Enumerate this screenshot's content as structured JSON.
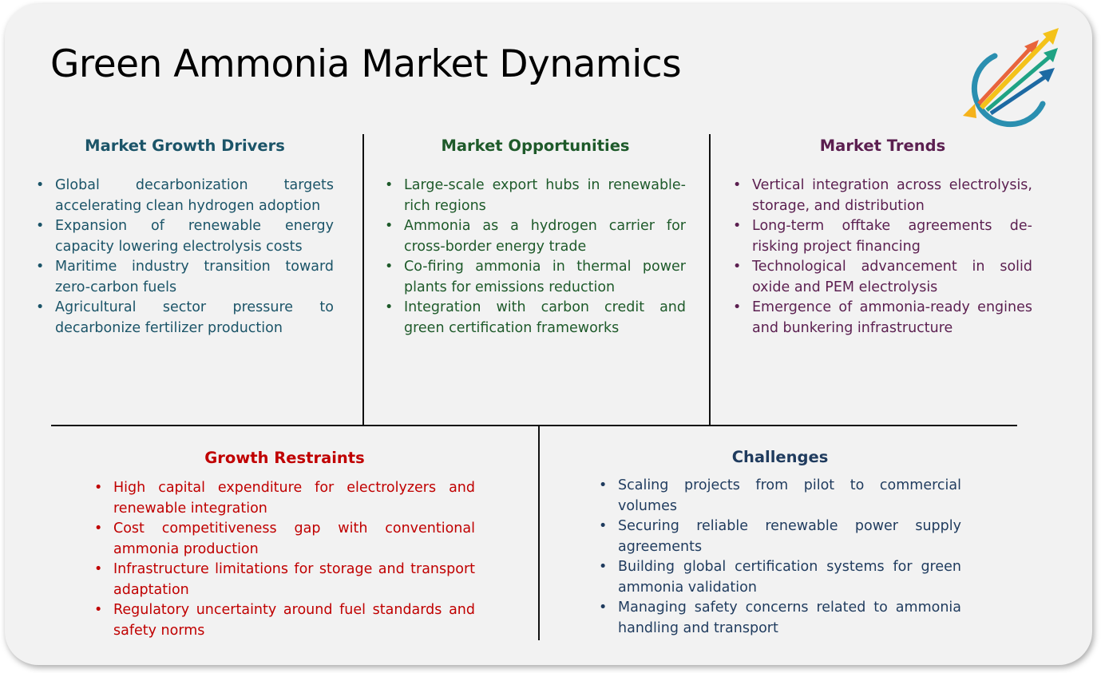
{
  "title": "Green Ammonia Market Dynamics",
  "colors": {
    "drivers": "#1b5468",
    "opportunities": "#1e5a2a",
    "trends": "#5b1f50",
    "restraints": "#c00000",
    "challenges": "#1f3b5e"
  },
  "sections": {
    "drivers": {
      "heading": "Market Growth Drivers",
      "items": [
        "Global decarbonization targets accelerating clean hydrogen adoption",
        "Expansion of renewable energy capacity lowering electrolysis costs",
        "Maritime industry transition toward zero-carbon fuels",
        "Agricultural sector pressure to decarbonize fertilizer production"
      ]
    },
    "opportunities": {
      "heading": "Market Opportunities",
      "items": [
        "Large-scale export hubs in renewable-rich regions",
        "Ammonia as a hydrogen carrier for cross-border energy trade",
        "Co-firing ammonia in thermal power plants for emissions reduction",
        "Integration with carbon credit and green certification frameworks"
      ]
    },
    "trends": {
      "heading": "Market Trends",
      "items": [
        "Vertical integration across electrolysis, storage, and distribution",
        "Long-term offtake agreements de-risking project financing",
        "Technological advancement in solid oxide and PEM electrolysis",
        "Emergence of ammonia-ready engines and bunkering infrastructure"
      ]
    },
    "restraints": {
      "heading": "Growth Restraints",
      "items": [
        "High capital expenditure for electrolyzers and renewable integration",
        "Cost competitiveness gap with conventional ammonia production",
        "Infrastructure limitations for storage and transport adaptation",
        "Regulatory uncertainty around fuel standards and safety norms"
      ]
    },
    "challenges": {
      "heading": "Challenges",
      "items": [
        "Scaling projects from pilot to commercial volumes",
        "Securing reliable renewable power supply agreements",
        "Building global certification systems for green ammonia validation",
        "Managing safety concerns related to ammonia handling and transport"
      ]
    }
  }
}
